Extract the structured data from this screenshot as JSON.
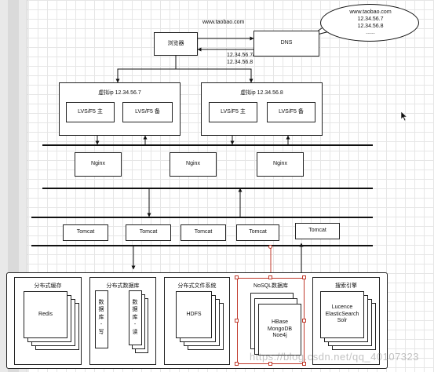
{
  "top": {
    "url_label": "www.taobao.com",
    "browser_label": "浏览器",
    "dns_label": "DNS",
    "dns_reply_lines": [
      "12.34.56.7/",
      "12.34.56.8"
    ],
    "bubble_lines": [
      "www.taobao.com",
      "12.34.56.7",
      "12.34.56.8",
      "......"
    ]
  },
  "vip_groups": [
    {
      "title": "虚拟ip 12.34.56.7",
      "main_label": "LVS/F5 主",
      "backup_label": "LVS/F5 备"
    },
    {
      "title": "虚拟ip 12.34.56.8",
      "main_label": "LVS/F5 主",
      "backup_label": "LVS/F5 备"
    }
  ],
  "nginx_nodes": [
    "Nginx",
    "Nginx",
    "Nginx"
  ],
  "tomcat_nodes": [
    "Tomcat",
    "Tomcat",
    "Tomcat",
    "Tomcat",
    "Tomcat"
  ],
  "storage": {
    "cache": {
      "title": "分布式缓存",
      "item": "Redis"
    },
    "database": {
      "title": "分布式数据库",
      "write_chars": [
        "数",
        "据",
        "库",
        "-",
        "写"
      ],
      "read_chars": [
        "数",
        "据",
        "库",
        "-",
        "读"
      ]
    },
    "filesystem": {
      "title": "分布式文件系统",
      "item": "HDFS"
    },
    "nosql": {
      "title": "NoSQL数据库",
      "items": [
        "HBase",
        "MongoDB",
        "Noe4j"
      ]
    },
    "search": {
      "title": "搜索引擎",
      "items": [
        "Lucence",
        "ElasticSearch",
        "Solr"
      ]
    }
  },
  "watermark": "https://blog.csdn.net/qq_40107323",
  "colors": {
    "line": "#111111",
    "selection": "#c0392b",
    "grid": "#e6e6e6"
  }
}
